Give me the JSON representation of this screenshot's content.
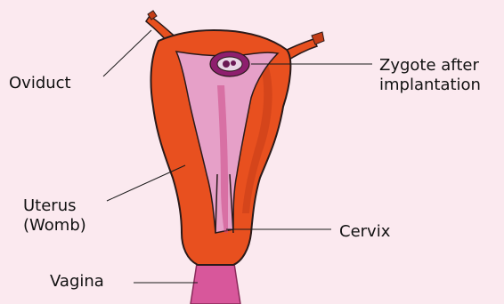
{
  "labels": {
    "oviduct": "Oviduct",
    "zygote_line1": "Zygote after",
    "zygote_line2": "implantation",
    "uterus_line1": "Uterus",
    "uterus_line2": "(Womb)",
    "cervix": "Cervix",
    "vagina": "Vagina"
  },
  "colors": {
    "background": "#fbe9ef",
    "uterus_wall": "#e8501f",
    "uterus_wall_shadow": "#c43d17",
    "lining": "#e6a0c8",
    "cavity": "#c9407f",
    "vagina": "#d8579b",
    "zygote": "#8e1f6e",
    "outline": "#2a1a1a"
  }
}
